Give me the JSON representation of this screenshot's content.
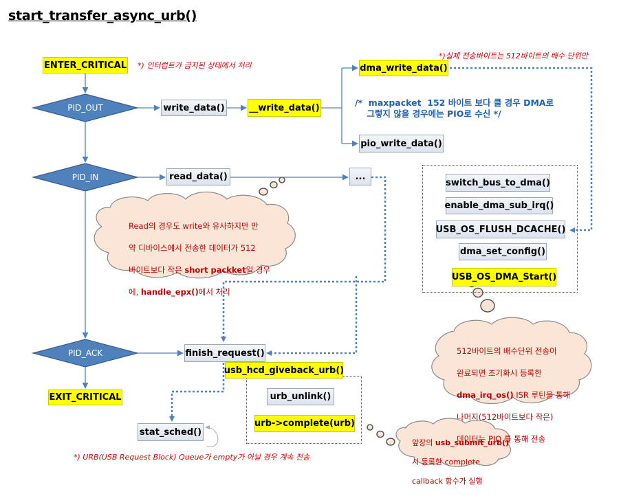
{
  "title": "start_transfer_async_urb()",
  "boxes": {
    "enter_critical": "ENTER_CRITICAL",
    "exit_critical": "EXIT_CRITICAL",
    "write_data": "write_data()",
    "__write_data": "__write_data()",
    "dma_write_data": "dma_write_data()",
    "pio_write_data": "pio_write_data()",
    "read_data": "read_data()",
    "ellipsis": "...",
    "finish_request": "finish_request()",
    "usb_hcd_giveback_urb": "usb_hcd_giveback_urb()",
    "urb_unlink": "urb_unlink()",
    "urb_complete": "urb->complete(urb)",
    "stat_sched": "stat_sched()",
    "switch_bus_to_dma": "switch_bus_to_dma()",
    "enable_dma_sub_irq": "enable_dma_sub_irq()",
    "usb_os_flush_dcache": "USB_OS_FLUSH_DCACHE()",
    "dma_set_config": "dma_set_config()",
    "usb_os_dma_start": "USB_OS_DMA_Start()"
  },
  "decisions": {
    "pid_out": "PID_OUT",
    "pid_in": "PID_IN",
    "pid_ack": "PID_ACK"
  },
  "notes": {
    "interrupt_note": "*) 인터럽트가 금지된 상태에서 처리",
    "bytes_note": "*)실제 전송바이트는 512바이트의 배수 단위만",
    "maxpacket_line1": "/*  maxpacket  152 바이트 보다 클 경우 DMA로",
    "maxpacket_line2": "    그렇지 않을 경우에는 PIO로 수신 */",
    "queue_note": "*) URB(USB Request Block) Queue가 empty가 아닐 경우 계속 전송"
  },
  "clouds": {
    "read_cloud": {
      "l1": "Read의 경우도 write와 유사하지만 만",
      "l2": "약 디바이스에서 전송한 데이터가 512",
      "l3_pre": "바이트보다 작은 ",
      "l3_bold": "short packket",
      "l3_post": "일 경우",
      "l4_pre": "에, ",
      "l4_bold": "handle_epx()",
      "l4_post": "에서 처리"
    },
    "dma_cloud": {
      "l1": "512바이트의 배수단위 전송이",
      "l2": "완료되면 초기화시 등록한",
      "l3_bold": "dma_irq_os()",
      "l3_post": " ISR 루틴을 통해",
      "l4": "나머지(512바이트보다 작은)",
      "l5": "데이터는 PIO 를 통해 전송"
    },
    "submit_cloud": {
      "l1_pre": "앞장의 ",
      "l1_bold": "usb_submit_urb()",
      "l2": "시 등록한 complete",
      "l3": "callback 함수가 실행"
    }
  },
  "colors": {
    "decision_fill": "#4f81bd",
    "decision_stroke": "#385d8a",
    "highlight": "#ffff00",
    "cloud_fill": "#fbe5d6",
    "note_red": "#e00000",
    "note_blue": "#1f5fb0",
    "arrow": "#4f81bd"
  }
}
